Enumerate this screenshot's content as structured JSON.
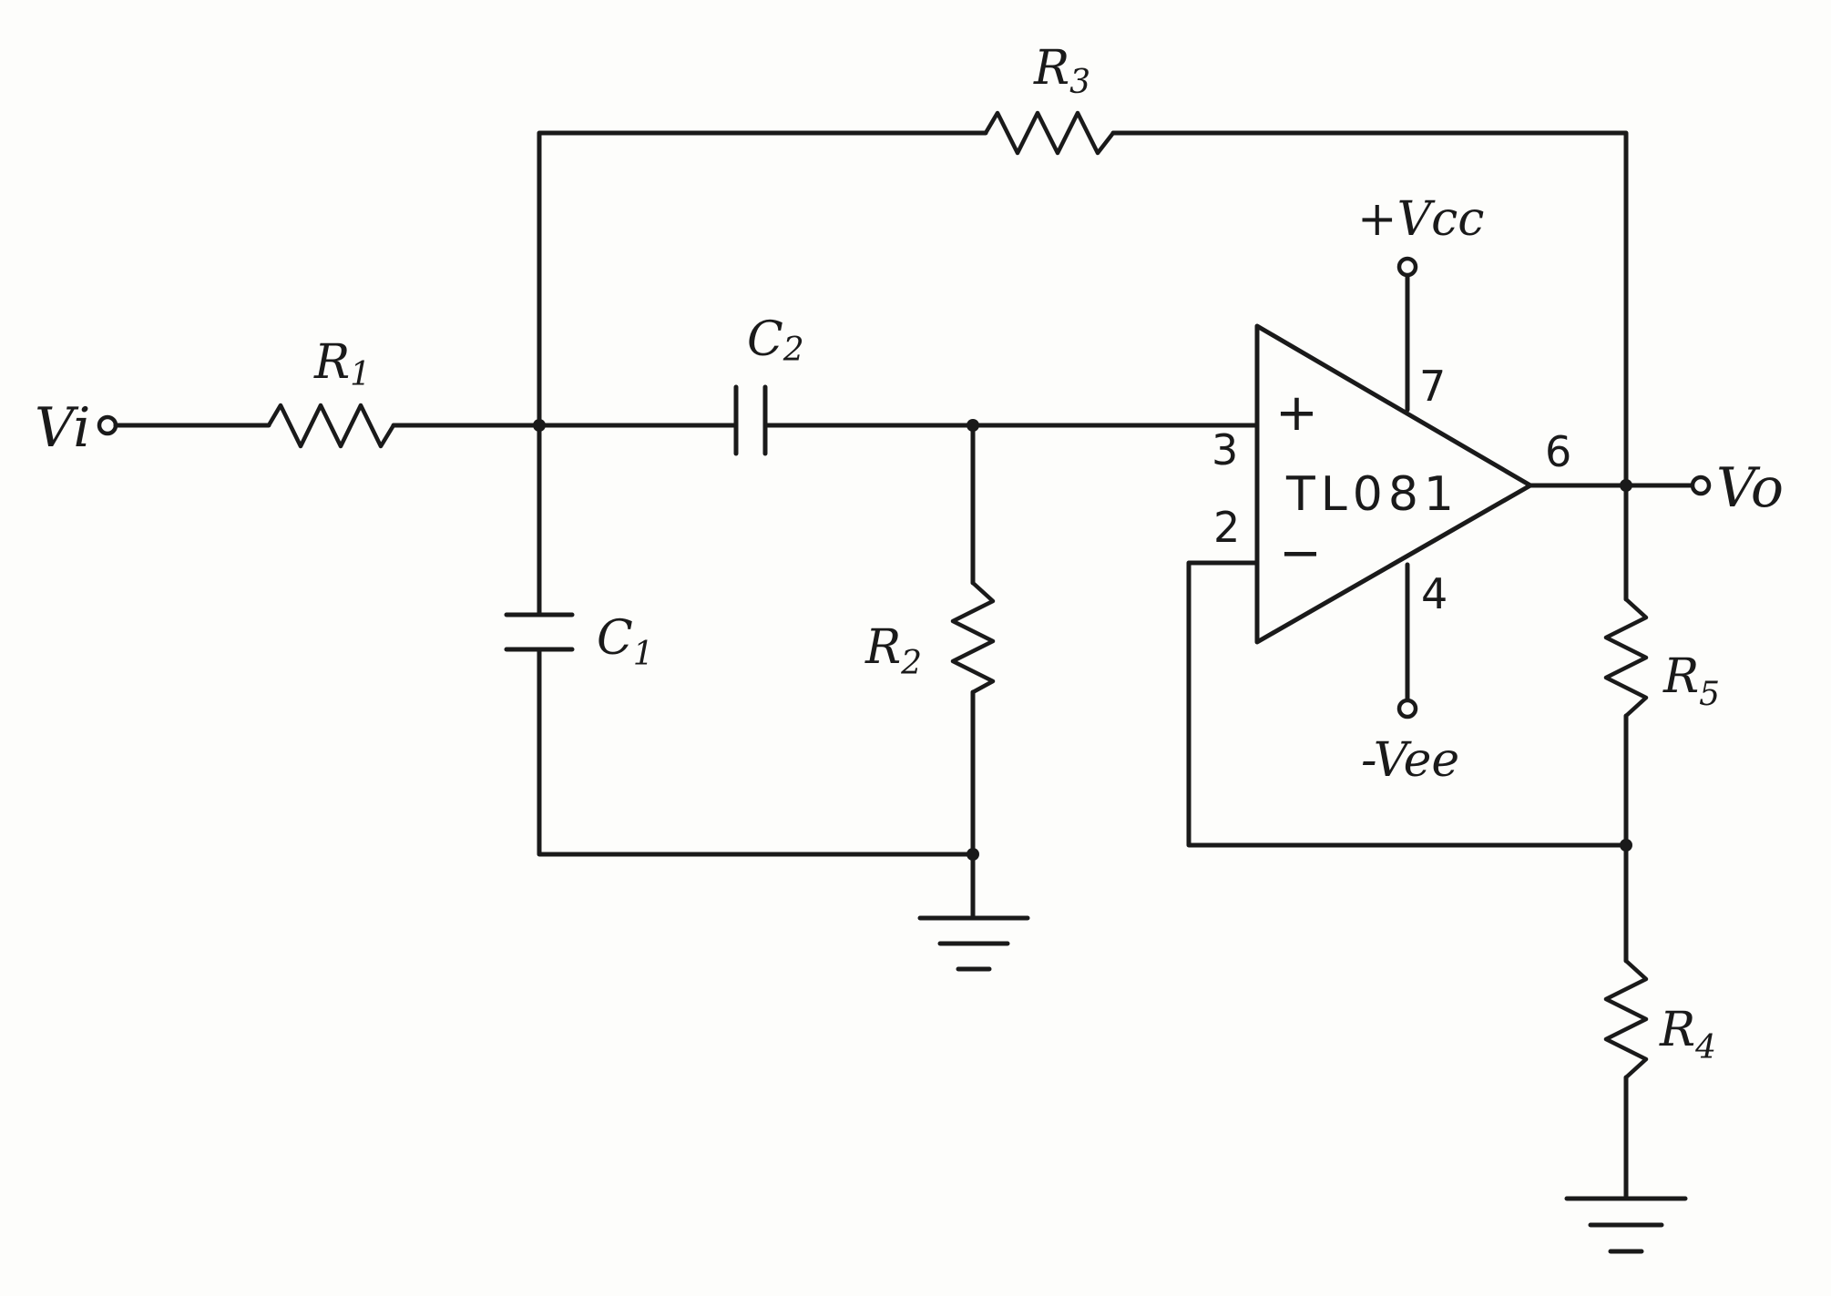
{
  "labels": {
    "vi": "Vi",
    "vo": "Vo",
    "r1": {
      "main": "R",
      "sub": "1"
    },
    "r2": {
      "main": "R",
      "sub": "2"
    },
    "r3": {
      "main": "R",
      "sub": "3"
    },
    "r4": {
      "main": "R",
      "sub": "4"
    },
    "r5": {
      "main": "R",
      "sub": "5"
    },
    "c1": {
      "main": "C",
      "sub": "1"
    },
    "c2": {
      "main": "C",
      "sub": "2"
    },
    "vcc_pos": "+Vcc",
    "vee_neg": "-Vee",
    "opamp": "TL081",
    "plus": "+",
    "minus": "−",
    "pins": {
      "p3": "3",
      "p2": "2",
      "p7": "7",
      "p4": "4",
      "p6": "6"
    }
  }
}
